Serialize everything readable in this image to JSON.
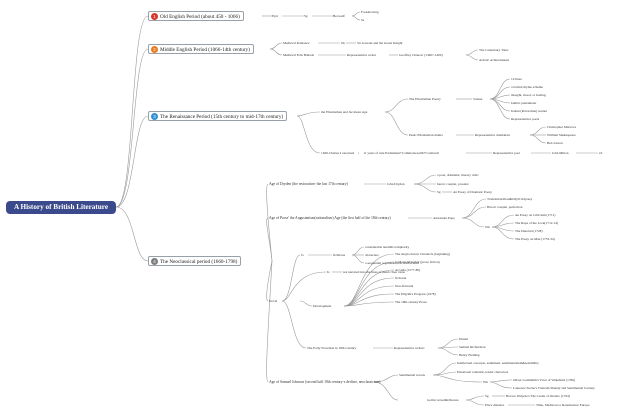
{
  "root": "A History of British Literature",
  "chapters": {
    "c1": {
      "num": "1",
      "label": "Old English Period (about 450 - 1066)"
    },
    "c2": {
      "num": "2",
      "label": "Middle English Period (1066-14th century)"
    },
    "c3": {
      "num": "3",
      "label": "The Renaissance Period (15th century to mid-17th century)"
    },
    "c4": {
      "num": "4",
      "label": "The Neoclassical period (1660-1798)"
    }
  },
  "old_english": {
    "epic": "Epic",
    "sg": "Sg",
    "beowulf": "Beowulf",
    "foreshowing": "Foreshowing",
    "ss": "Ss"
  },
  "middle_english": {
    "romance": "Medieval Romance",
    "ith": "ith",
    "gawain": "Sir Gawain and the Green Knight",
    "ballads": "Medieval Folk Ballads",
    "rep_writer": "Representative writer",
    "chaucer": "Geoffrey Chaucer (1340?-1400)",
    "tales": "The Canterbury Tales",
    "achievements": "Artistic Achievements"
  },
  "renaissance": {
    "age": "the Elizabethan and Jacobean Age",
    "poetry": "The Elizabethan Poetry",
    "sonnet": "Sonnet",
    "s1": "14 lines",
    "s2": "a formal rhyme scheme",
    "s3": "thought, mood, or feeling,",
    "s4": "Iambic pentameter",
    "s5": "Italian (Petrarchan) sonnet",
    "s6": "Representative poets",
    "drama": "Peak: Elizabethan drama",
    "dramatists": "Representative dramatists",
    "d1": "Christopher Marlowe",
    "d2": "William Shakespeare",
    "d3": "Ben Jonson",
    "charles": "1649-Charles I executed 　|　 11 years of rule Parliament+Commonwealth+Cromwell",
    "rep_poet": "Representative poet",
    "milton": "John Milton",
    "sz": "sZ"
  },
  "neoclassical": {
    "dryden_age": "Age of Dryden (the restoration- the last 17th century)",
    "dryden": "John Dryden",
    "dr1": "a poet, dramatist, literary critic",
    "dr2": "heroic couplet, prosaist",
    "sg": "Sg",
    "dr3": "An Essay of Dramatic Poesy",
    "pope_age": "Age of Prose' the Augustanism(rationalism) Age (the first half of the 18th century)",
    "pope": "Alexander Pope",
    "p1": "Translation:Iliad&Odyll Odyssey",
    "p2": "Heroic couplet, perfection",
    "wk": "Wk",
    "w1": "An Essay on Criticism (1711)",
    "w2": "The Rape of the Lock(1712-14)",
    "w3": "The Dunciad (1728)",
    "w4": "The Essay on Man (1733-34)",
    "novel": "Novel",
    "js": "Js",
    "fictitious": "fictitious",
    "f1": "considerable lenathh:complexity",
    "f2": "characters",
    "f3": "a sequential organization.actionEscenes",
    "is": "Is",
    "narrated": "not narrated into the lines of metric/free verse",
    "development": "Development",
    "dv1": "The Anglo-Saxon Chronicle (beginning)",
    "dv2": "le Morte D'Arthur (prose fiction)",
    "dv3": "Arcadia (1577-80)",
    "dv4": "fictional",
    "dv5": "Non-fictional",
    "dv6": "The Pilgrim's Progress (1678)",
    "dv7": "The 18th-century Prose",
    "early_novel": "The Early Novelists in 18th Century",
    "rep_writers": "Representative writers",
    "e1": "Daniel",
    "e2": "Samuel Richardson",
    "e3": "Henry Fielding",
    "johnson_age": "Age of Samuel Johnson (second half 18th century-s decline, neoclassicism)",
    "sentimental": "Sentimental novels",
    "sn1": "Intellectual concepts- sentiment, sentimentalism&sensibility",
    "sn2": "Emotional romantic-reader characters",
    "wk2": "Wk",
    "sn3": "Oliver Goldsmith's Vicar of Wakefield (1766)",
    "sn4": "Laurence Sterne's Tristram Shandy and Sentimental Journey",
    "gothic": "Gothic novel&Obscure",
    "sg2": "Sg",
    "g1": "Horace Walpole's The Castle of Otranto (1764)",
    "place": "Place distance",
    "g2": "Time, Medieval or Renaissance Europe"
  }
}
